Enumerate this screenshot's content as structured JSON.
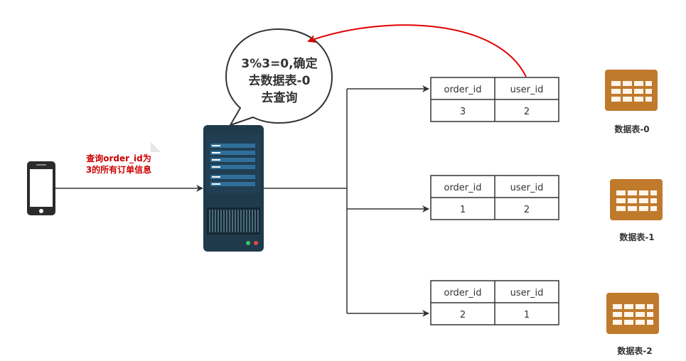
{
  "request": {
    "line1": "查询order_id为",
    "line2": "3的所有订单信息"
  },
  "bubble": {
    "line1": "3%3=0,确定",
    "line2": "去数据表-0",
    "line3": "去查询"
  },
  "tables": [
    {
      "header": [
        "order_id",
        "user_id"
      ],
      "row": [
        "3",
        "2"
      ],
      "db_label": "数据表-0"
    },
    {
      "header": [
        "order_id",
        "user_id"
      ],
      "row": [
        "1",
        "2"
      ],
      "db_label": "数据表-1"
    },
    {
      "header": [
        "order_id",
        "user_id"
      ],
      "row": [
        "2",
        "1"
      ],
      "db_label": "数据表-2"
    }
  ],
  "colors": {
    "arrow": "#333333",
    "highlight_arrow": "#e00000",
    "request_text": "#cc0000",
    "server_body": "#1f3a4b",
    "server_panel": "#2f6f9a",
    "db_icon": "#c07a2c",
    "phone": "#2b2b2b"
  },
  "icons": {
    "client": "smartphone-icon",
    "server": "server-icon",
    "database": "table-icon"
  }
}
